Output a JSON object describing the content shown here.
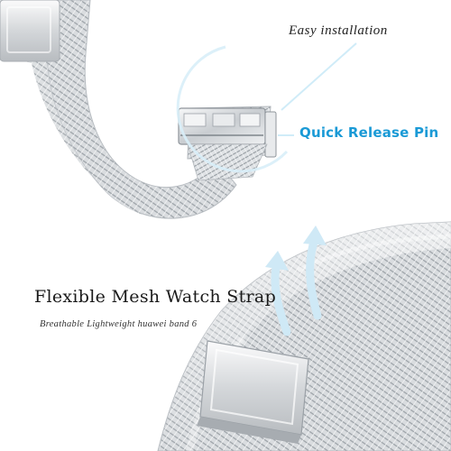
{
  "annotations": {
    "easy_installation": "Easy installation",
    "quick_release_pin": "Quick Release Pin"
  },
  "product": {
    "title": "Flexible Mesh Watch Strap",
    "subtitle": "Breathable Lightweight huawei band 6"
  },
  "colors": {
    "background": "#ffffff",
    "accent": "#1a9ad6",
    "steel_light": "#e6e8ea",
    "steel_dark": "#8c9196",
    "arrow": "#cfe9f6"
  },
  "icons": [
    "curved-arrow-icon",
    "curved-arrow-icon"
  ]
}
